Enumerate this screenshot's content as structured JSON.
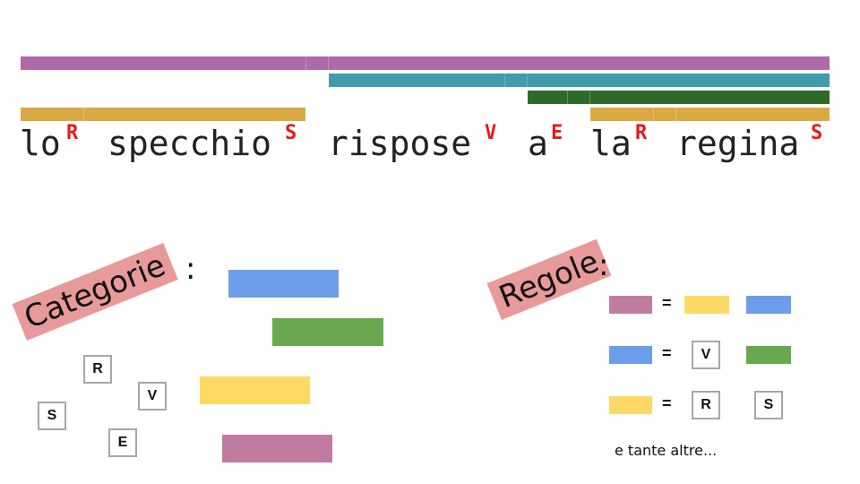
{
  "colors": {
    "purple": "#ae6aa6",
    "teal": "#3f9aad",
    "darkgreen": "#2e6b2a",
    "gold": "#dba944",
    "blue": "#6d9eeb",
    "green": "#6aa84f",
    "yellow": "#ffd966",
    "mauve": "#c27ba0",
    "label_bg": "#e89a9a",
    "tag_red": "#e41a1c"
  },
  "sentence": [
    {
      "word": "lo",
      "tag": "R"
    },
    {
      "word": "specchio",
      "tag": "S"
    },
    {
      "word": "rispose",
      "tag": "V"
    },
    {
      "word": "a",
      "tag": "E"
    },
    {
      "word": "la",
      "tag": "R"
    },
    {
      "word": "regina",
      "tag": "S"
    }
  ],
  "categories": {
    "title": "Categorie",
    "colon": ":",
    "symbols": [
      "R",
      "V",
      "S",
      "E"
    ]
  },
  "rules": {
    "title": "Regole",
    "colon": ":",
    "equals": "=",
    "row2_symbol": "V",
    "row3_symbols": [
      "R",
      "S"
    ],
    "footer": "e tante altre..."
  }
}
